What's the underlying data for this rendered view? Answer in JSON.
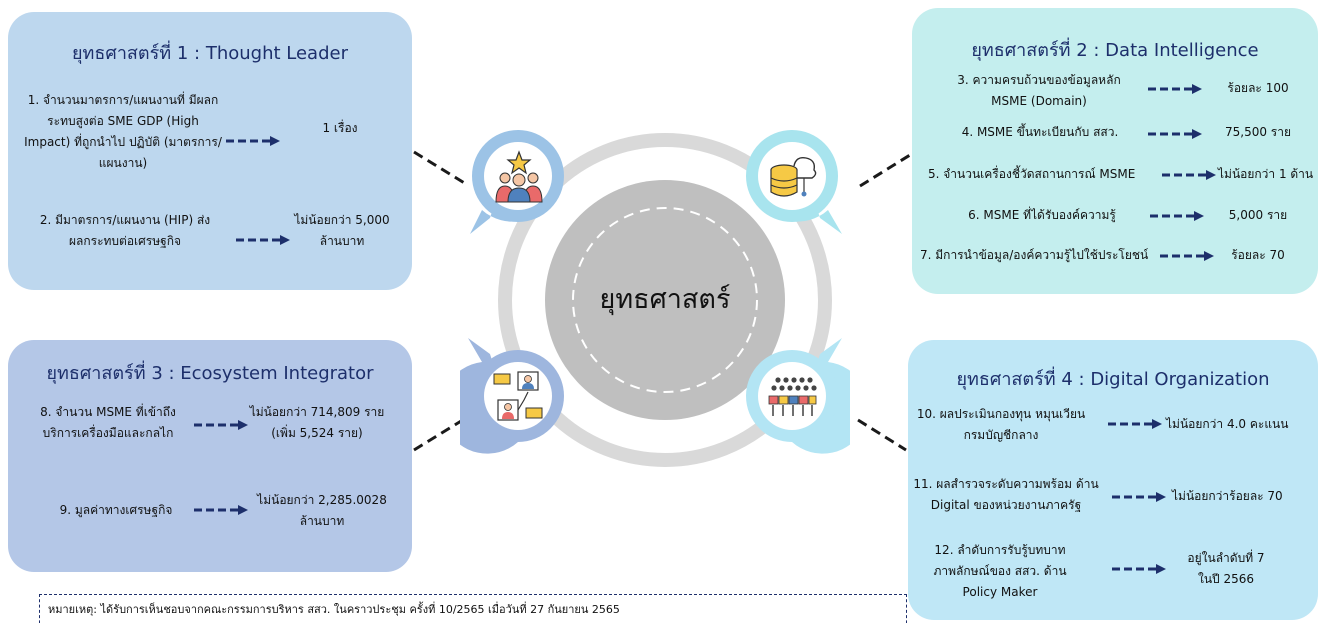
{
  "center": {
    "label": "ยุทธศาสตร์"
  },
  "strategies": [
    {
      "title": "ยุทธศาสตร์ที่ 1 : Thought Leader",
      "items": [
        {
          "metric": "1. จำนวนมาตรการ/แผนงานที่ มีผลกระทบสูงต่อ SME GDP (High Impact) ที่ถูกนำไป ปฏิบัติ (มาตรการ/แผนงาน)",
          "target": "1 เรื่อง"
        },
        {
          "metric": "2. มีมาตรการ/แผนงาน (HIP) ส่งผลกระทบต่อเศรษฐกิจ",
          "target": "ไม่น้อยกว่า 5,000 ล้านบาท"
        }
      ]
    },
    {
      "title": "ยุทธศาสตร์ที่ 2 : Data Intelligence",
      "items": [
        {
          "metric": "3. ความครบถ้วนของข้อมูลหลัก MSME (Domain)",
          "target": "ร้อยละ 100"
        },
        {
          "metric": "4. MSME ขึ้นทะเบียนกับ สสว.",
          "target": "75,500 ราย"
        },
        {
          "metric": "5. จำนวนเครื่องชี้วัดสถานการณ์ MSME",
          "target": "ไม่น้อยกว่า 1 ด้าน"
        },
        {
          "metric": "6. MSME ที่ได้รับองค์ความรู้",
          "target": "5,000 ราย"
        },
        {
          "metric": "7. มีการนำข้อมูล/องค์ความรู้ไปใช้ประโยชน์",
          "target": "ร้อยละ 70"
        }
      ]
    },
    {
      "title": "ยุทธศาสตร์ที่ 3 : Ecosystem Integrator",
      "items": [
        {
          "metric": "8. จำนวน MSME ที่เข้าถึง บริการเครื่องมือและกลไก",
          "target": "ไม่น้อยกว่า 714,809 ราย (เพิ่ม 5,524 ราย)"
        },
        {
          "metric": "9. มูลค่าทางเศรษฐกิจ",
          "target": "ไม่น้อยกว่า 2,285.0028 ล้านบาท"
        }
      ]
    },
    {
      "title": "ยุทธศาสตร์ที่ 4 : Digital Organization",
      "items": [
        {
          "metric": "10. ผลประเมินกองทุน หมุนเวียนกรมบัญชีกลาง",
          "target": "ไม่น้อยกว่า 4.0 คะแนน"
        },
        {
          "metric": "11. ผลสำรวจระดับความพร้อม ด้าน Digital ของหน่วยงานภาครัฐ",
          "target": "ไม่น้อยกว่าร้อยละ 70"
        },
        {
          "metric": "12. ลำดับการรับรู้บทบาท ภาพลักษณ์ของ สสว. ด้าน Policy Maker",
          "target": "อยู่ในลำดับที่ 7 ในปี 2566"
        }
      ]
    }
  ],
  "note": "หมายเหตุ: ได้รับการเห็นชอบจากคณะกรรมการบริหาร สสว. ในคราวประชุม ครั้งที่ 10/2565 เมื่อวันที่ 27 กันยายน 2565",
  "icons": [
    "leader-team-icon",
    "cloud-database-icon",
    "network-people-icon",
    "digital-crowd-icon"
  ],
  "colors": {
    "panel1": "#bdd7ee",
    "panel2": "#c4eeee",
    "panel3": "#b4c7e7",
    "panel4": "#bfe7f6",
    "title": "#1d2f6b",
    "arrow": "#1d2f6b",
    "hub": "#bfbfbf",
    "ring": "#d9d9d9"
  }
}
